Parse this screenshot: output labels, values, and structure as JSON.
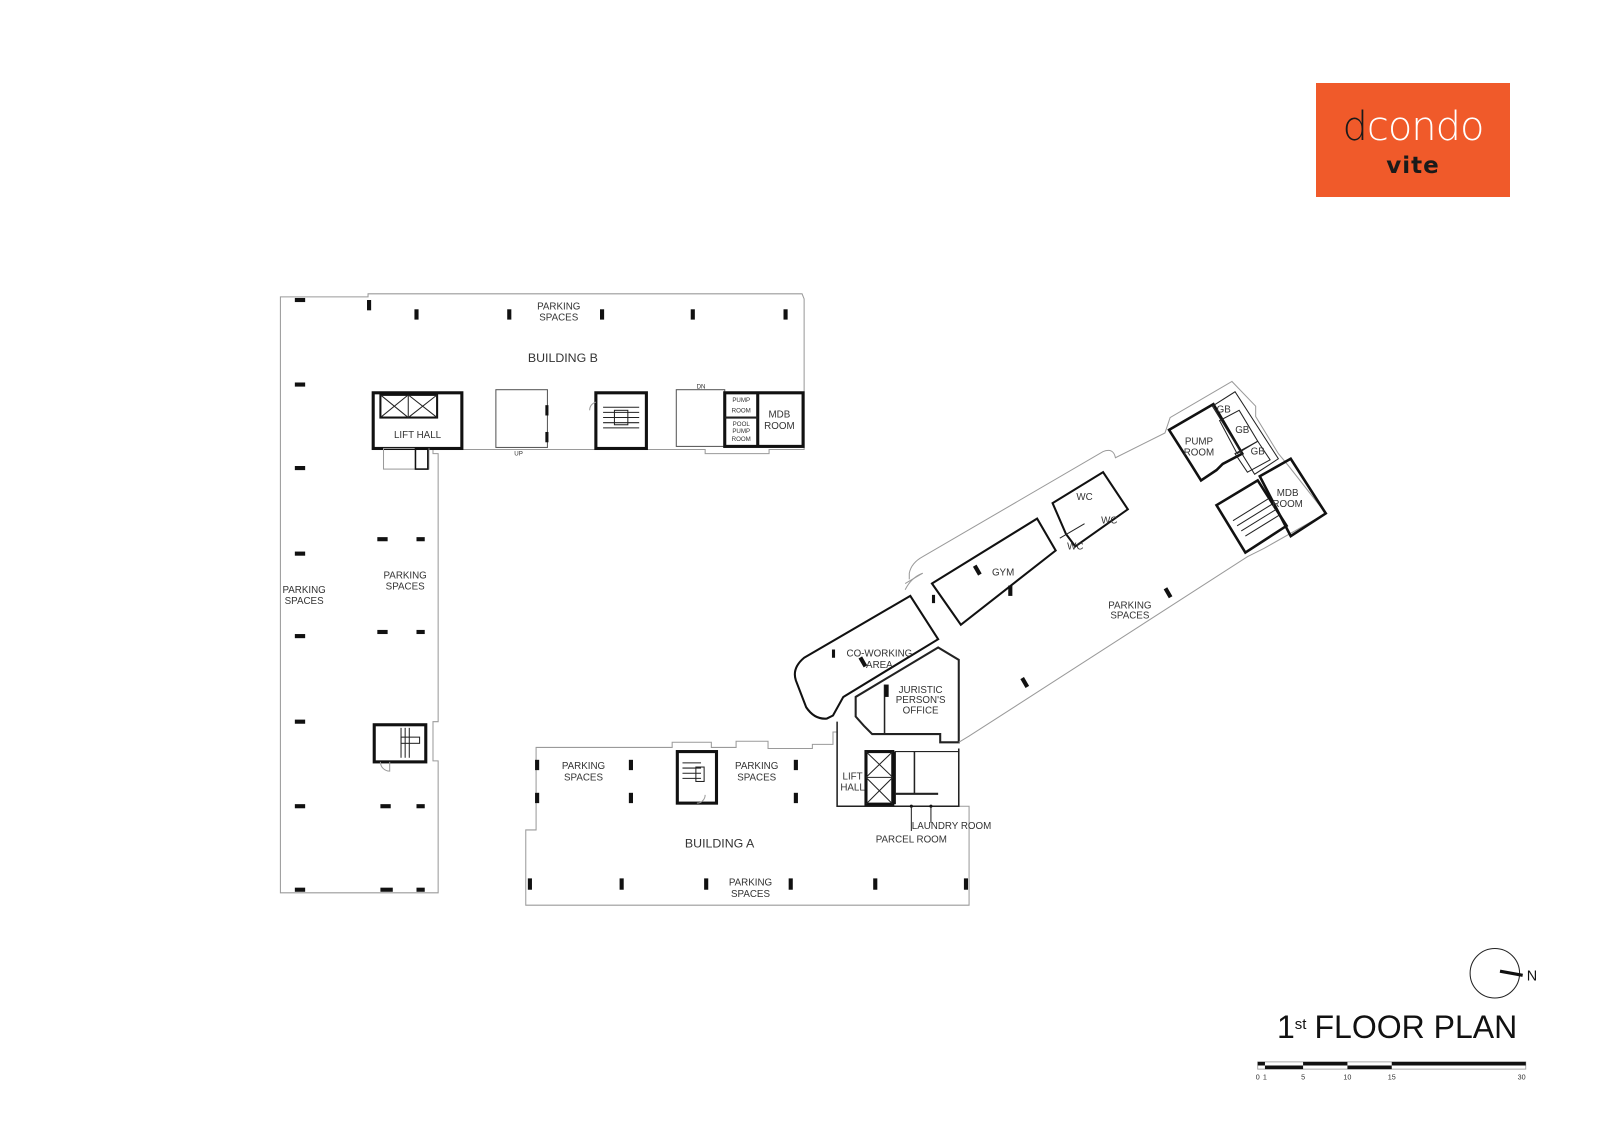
{
  "logo": {
    "brand_prefix": "d",
    "brand_rest": "condo",
    "sub": "vite",
    "background_color": "#f05a2a"
  },
  "title": {
    "number": "1",
    "suffix": "st",
    "text": "FLOOR PLAN"
  },
  "compass": {
    "label": "N"
  },
  "scale_bar": {
    "ticks": [
      "0",
      "1",
      "5",
      "10",
      "15",
      "30"
    ]
  },
  "building_b": {
    "name": "BUILDING B",
    "parking_top_1": "PARKING",
    "parking_top_2": "SPACES",
    "parking_left_1": "PARKING",
    "parking_left_2": "SPACES",
    "parking_mid_1": "PARKING",
    "parking_mid_2": "SPACES",
    "lift_hall": "LIFT HALL",
    "up": "UP",
    "dn": "DN",
    "pump_room_1": "PUMP",
    "pump_room_2": "ROOM",
    "pool_pump_1": "POOL",
    "pool_pump_2": "PUMP",
    "pool_pump_3": "ROOM",
    "mdb_1": "MDB",
    "mdb_2": "ROOM"
  },
  "building_a": {
    "name": "BUILDING A",
    "parking_1a": "PARKING",
    "parking_1b": "SPACES",
    "parking_2a": "PARKING",
    "parking_2b": "SPACES",
    "parking_3a": "PARKING",
    "parking_3b": "SPACES",
    "lift_hall_1": "LIFT",
    "lift_hall_2": "HALL",
    "laundry_room": "LAUNDRY ROOM",
    "parcel_room": "PARCEL ROOM",
    "coworking_1": "CO-WORKING",
    "coworking_2": "AREA",
    "juristic_1": "JURISTIC",
    "juristic_2": "PERSON'S",
    "juristic_3": "OFFICE",
    "gym": "GYM",
    "wc_1": "WC",
    "wc_2": "WC",
    "wc_3": "WC",
    "parking_east_1": "PARKING",
    "parking_east_2": "SPACES",
    "pump_room_1": "PUMP",
    "pump_room_2": "ROOM",
    "gb_1": "GB",
    "gb_2": "GB",
    "gb_3": "GB",
    "mdb_1": "MDB",
    "mdb_2": "ROOM"
  }
}
